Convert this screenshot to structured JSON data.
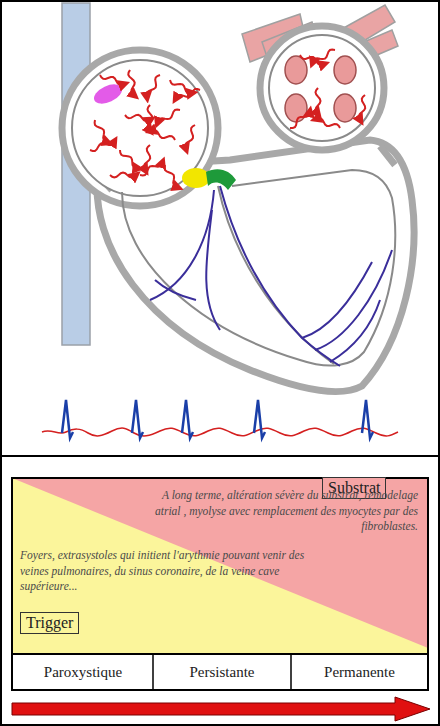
{
  "diagram": {
    "nodes": [
      {
        "text": [
          "Substrat"
        ]
      },
      {
        "text": [
          "Trigger"
        ]
      }
    ],
    "labels": [
      "A long terme, altération sévère du substrat, remodelage atrial , myolyse avec remplacement des myocytes par des fibroblastes.",
      "Foyers, extrasystoles qui initient l'arythmie pouvant venir des veines pulmonaires, du sinus coronaire, de la veine cave supérieure...",
      "Paroxystique",
      "Persistante",
      "Permanente"
    ]
  }
}
